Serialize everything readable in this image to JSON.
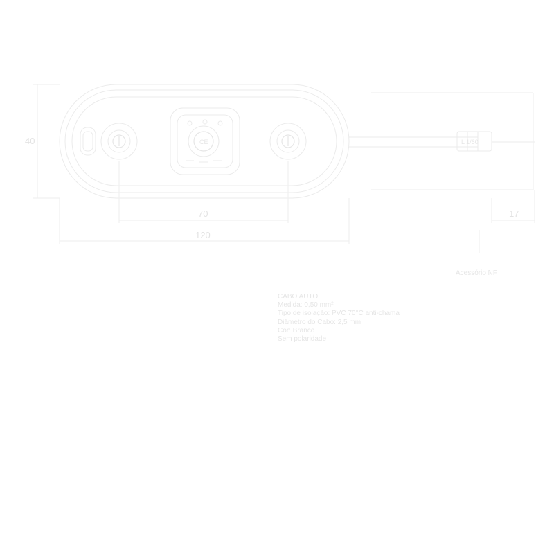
{
  "dimensions": {
    "center_spacing": "70",
    "overall_length": "120",
    "cable_length": "17",
    "height": "40",
    "cable_label": "L 1/60"
  },
  "drawing_ref": "Acessório NF",
  "center_badge": "CE",
  "spec_lines": [
    "CABO AUTO",
    "Medida: 0,50 mm²",
    "Tipo de isolação: PVC 70°C anti-chama",
    "Diâmetro do Cabo: 2,5 mm",
    "Cor: Branco",
    "Sem polaridade"
  ]
}
